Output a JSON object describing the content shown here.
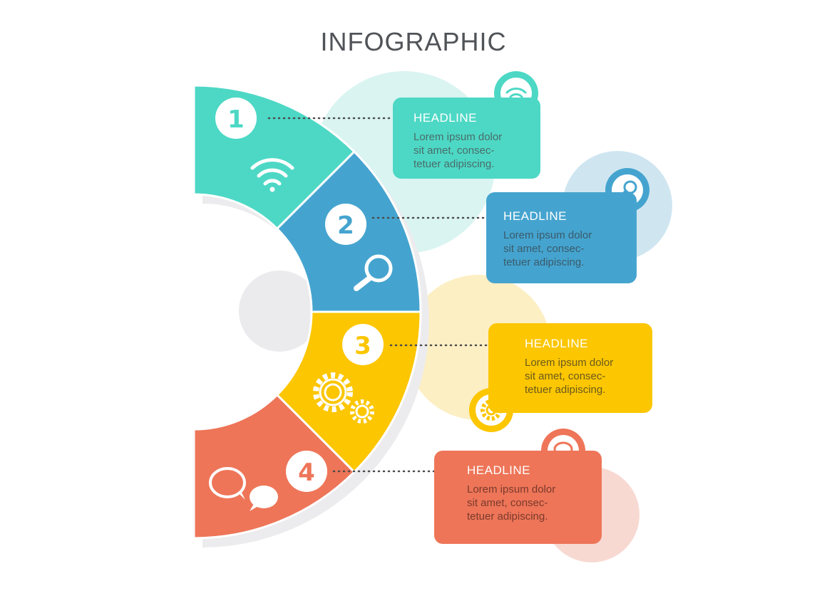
{
  "title": "INFOGRAPHIC",
  "colors": {
    "teal": "#4dd8c5",
    "blue": "#45a4cf",
    "yellow": "#fcc600",
    "coral": "#ee7558",
    "title_gray": "#505357"
  },
  "steps": [
    {
      "number": "1",
      "icon": "wifi-icon",
      "headline": "HEADLINE",
      "text": "Lorem ipsum dolor\nsit amet, consec-\ntetuer adipiscing."
    },
    {
      "number": "2",
      "icon": "magnifier-icon",
      "headline": "HEADLINE",
      "text": "Lorem ipsum dolor\nsit amet, consec-\ntetuer adipiscing."
    },
    {
      "number": "3",
      "icon": "gears-icon",
      "headline": "HEADLINE",
      "text": "Lorem ipsum dolor\nsit amet, consec-\ntetuer adipiscing."
    },
    {
      "number": "4",
      "icon": "chat-bubbles-icon",
      "headline": "HEADLINE",
      "text": "Lorem ipsum dolor\nsit amet, consec-\ntetuer adipiscing."
    }
  ]
}
